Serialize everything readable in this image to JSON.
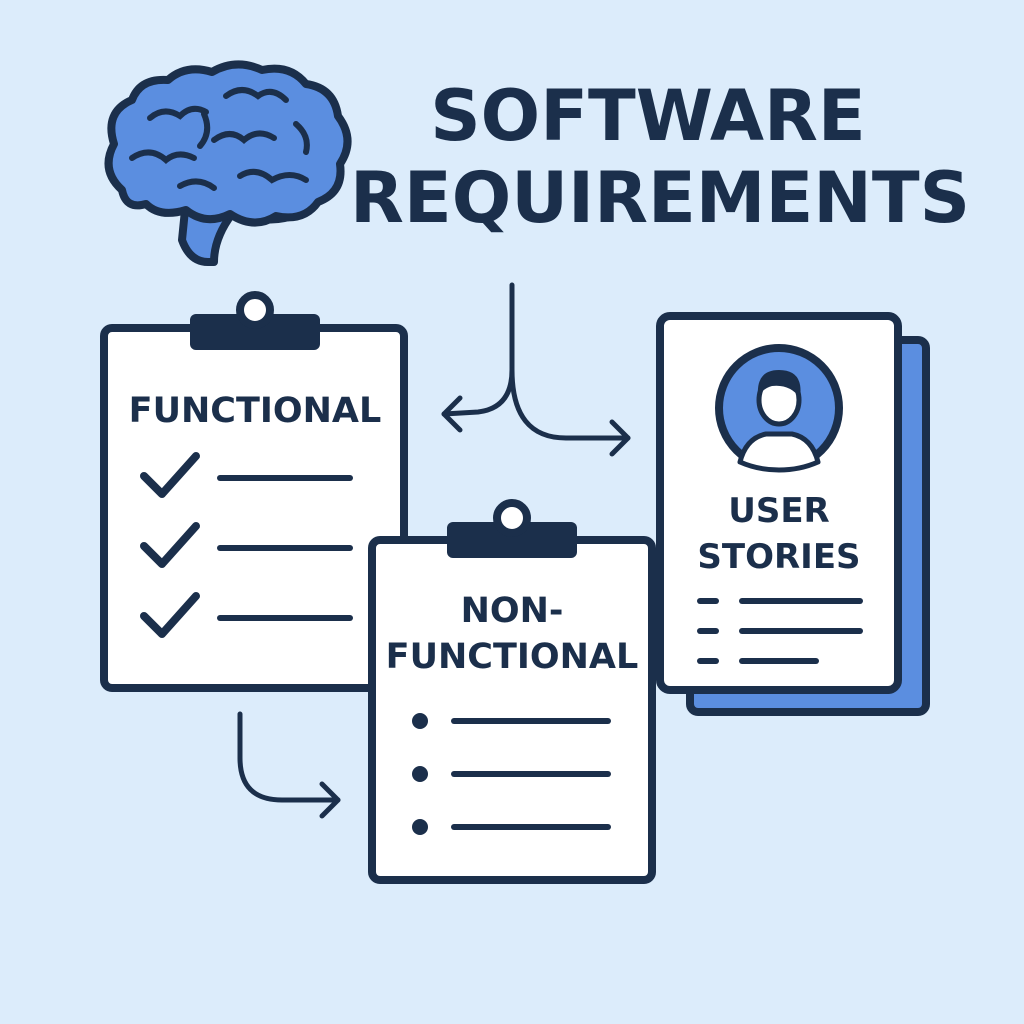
{
  "title": {
    "line1": "SOFTWARE",
    "line2": "REQUIREMENTS"
  },
  "cards": {
    "functional": {
      "label": "FUNCTIONAL",
      "item_icon": "check-icon",
      "item_count": 3
    },
    "non_functional": {
      "label_line1": "NON-",
      "label_line2": "FUNCTIONAL",
      "item_icon": "bullet-icon",
      "item_count": 3
    },
    "user_stories": {
      "label_line1": "USER",
      "label_line2": "STORIES",
      "item_icon": "dash-bullet-icon",
      "item_count": 3
    }
  },
  "icons": {
    "brain": "brain-icon",
    "user": "user-avatar-icon",
    "clipboard": "clipboard-icon"
  },
  "colors": {
    "background": "#dcecfb",
    "ink": "#1b2f4b",
    "accent_blue": "#5b8ee0",
    "card_fill": "#ffffff"
  }
}
